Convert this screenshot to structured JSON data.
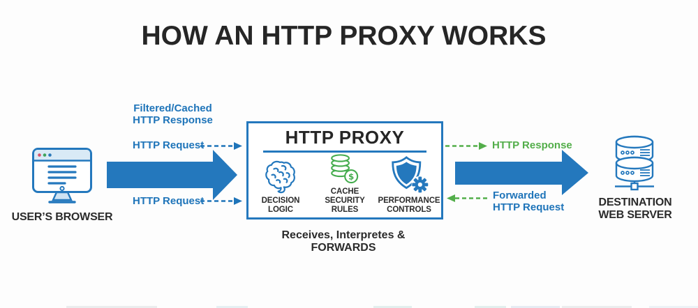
{
  "title": "HOW AN HTTP PROXY WORKS",
  "colors": {
    "primary_blue": "#2478bd",
    "blue_text": "#1e74b9",
    "green": "#53ae4a",
    "dark_text": "#2b2b2b",
    "icon_green": "#45ac4e",
    "light_blue_fill": "#d9eaf6"
  },
  "browser": {
    "label": "USER’S BROWSER",
    "icon": "monitor-browser-icon"
  },
  "left_flow": {
    "filtered_lines": [
      "Filtered/Cached",
      "HTTP Response"
    ],
    "request_top": "HTTP Request",
    "request_bottom": "HTTP Request"
  },
  "proxy": {
    "title": "HTTP PROXY",
    "items": [
      {
        "icon": "brain-icon",
        "lines": [
          "DECISION",
          "LOGIC"
        ]
      },
      {
        "icon": "cache-coins-icon",
        "lines": [
          "CACHE",
          "SECURITY",
          "RULES"
        ],
        "dollar": "$"
      },
      {
        "icon": "shield-gear-icon",
        "lines": [
          "PERFORMANCE",
          "CONTROLS"
        ]
      }
    ],
    "caption_lines": [
      "Receives, Interpretes &",
      "FORWARDS"
    ]
  },
  "right_flow": {
    "response": "HTTP Response",
    "forwarded_lines": [
      "Forwarded",
      "HTTP Request"
    ]
  },
  "server": {
    "label_lines": [
      "DESTINATION",
      "WEB SERVER"
    ],
    "icon": "database-server-icon"
  }
}
